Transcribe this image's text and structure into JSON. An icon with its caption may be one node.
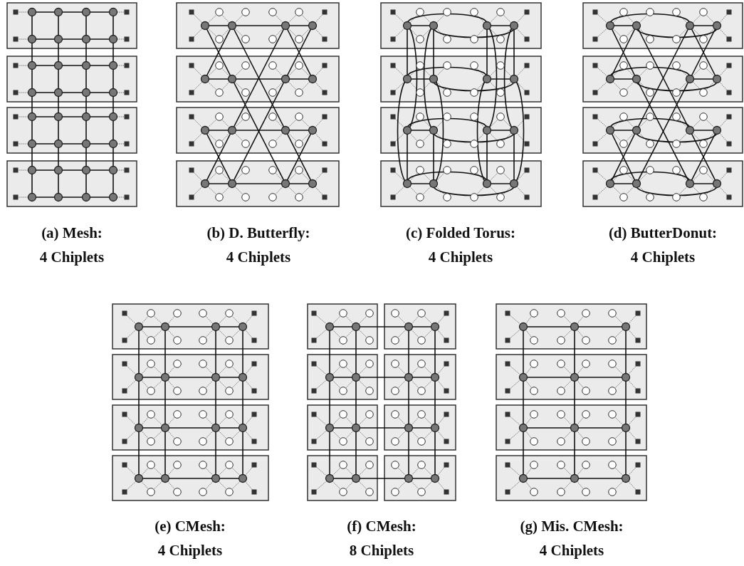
{
  "diagram": {
    "labels": [
      "(a) Mesh: 4 Chiplets",
      "(b) D. Butterfly: 4 Chiplets",
      "(c) Folded Torus: 4 Chiplets",
      "(d) ButterDonut: 4 Chiplets",
      "(e) CMesh: 4 Chiplets",
      "(f) CMesh: 8 Chiplets",
      "(g) Mis. CMesh: 4 Chiplets"
    ]
  }
}
